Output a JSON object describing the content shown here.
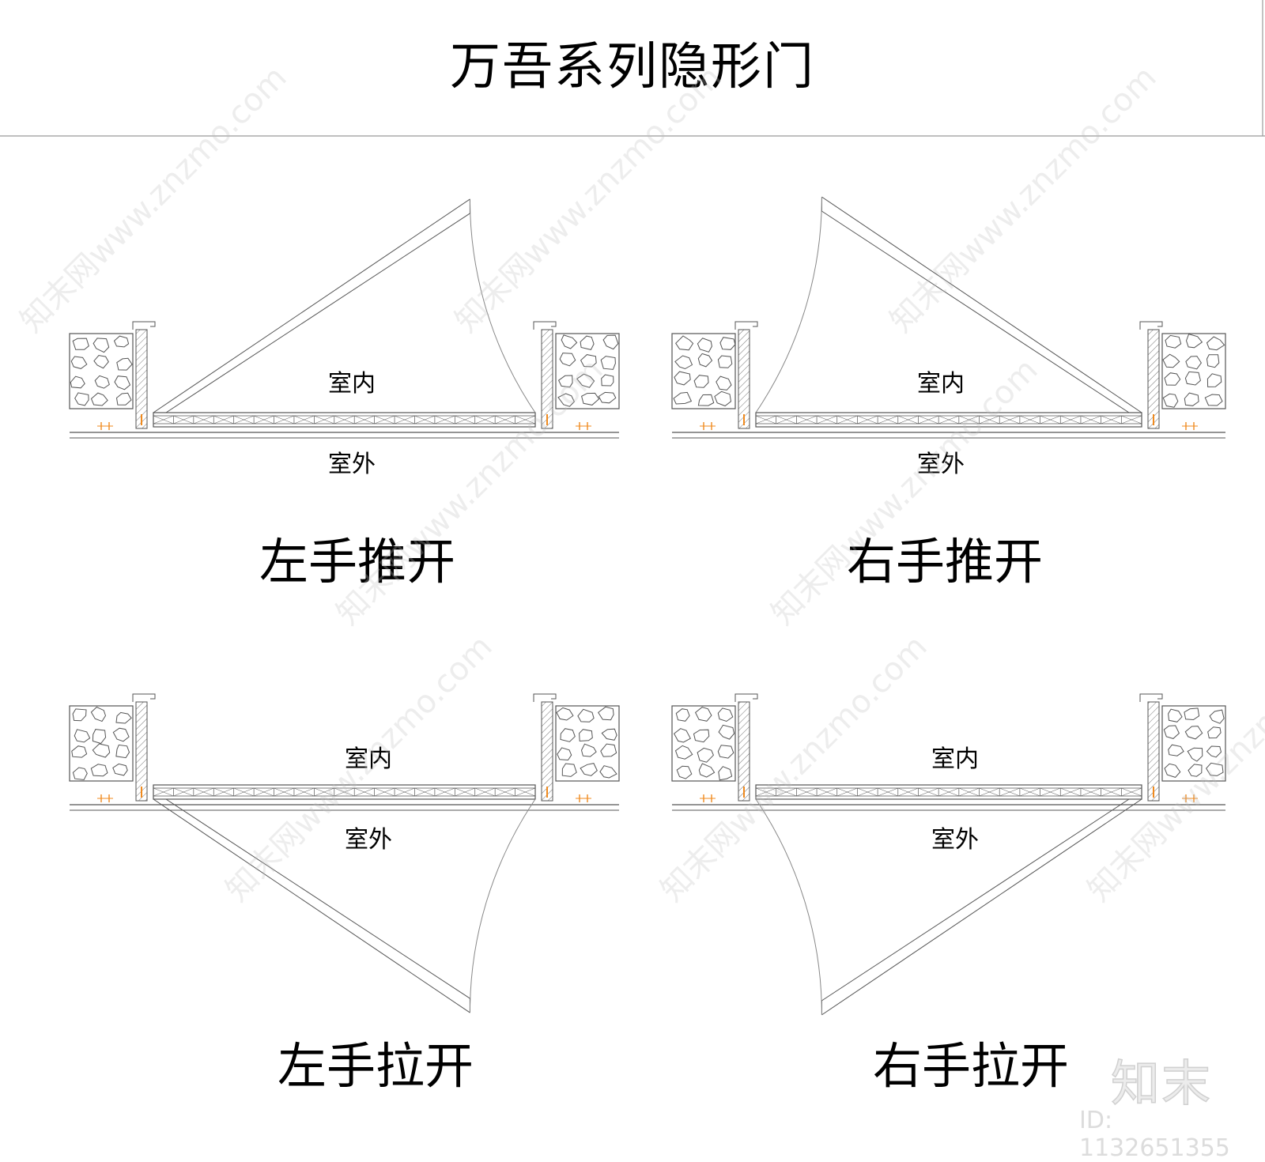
{
  "title": "万吾系列隐形门",
  "labels": {
    "indoor": "室内",
    "outdoor": "室外"
  },
  "captions": {
    "left_push": "左手推开",
    "right_push": "右手推开",
    "left_pull": "左手拉开",
    "right_pull": "右手拉开"
  },
  "brand": {
    "logo": "知末",
    "id_text": "ID: 1132651355"
  },
  "watermark": "知末网www.znzmo.com",
  "colors": {
    "line": "#555555",
    "accent": "#f08a1e",
    "hatch": "#777777"
  }
}
